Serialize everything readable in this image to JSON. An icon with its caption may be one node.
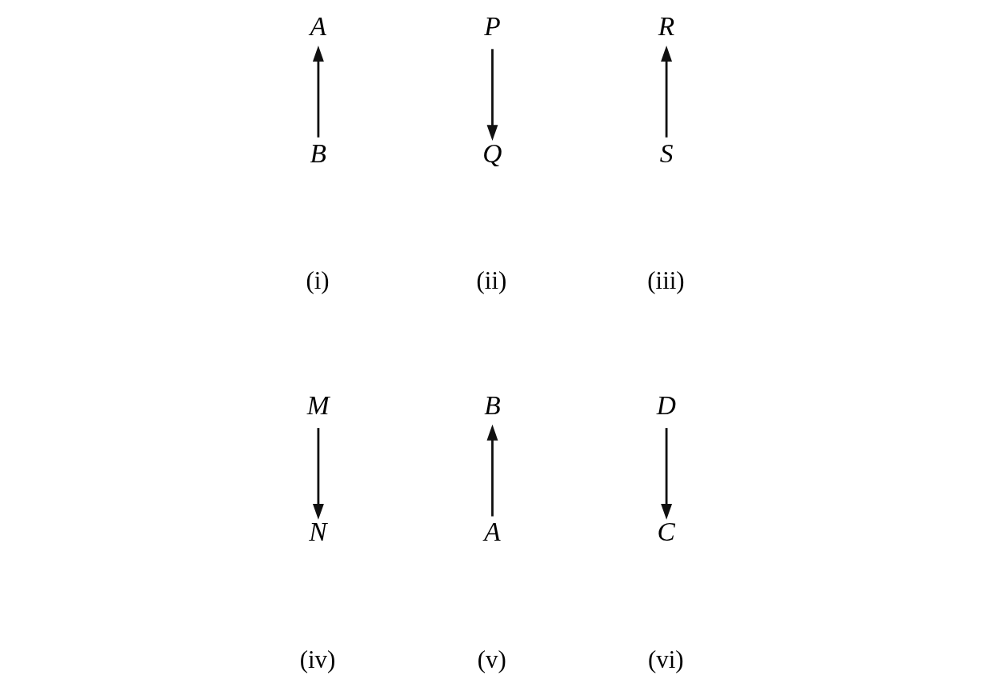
{
  "diagram": {
    "nodes": [
      {
        "text": [
          "A"
        ]
      },
      {
        "text": [
          "B"
        ]
      },
      {
        "text": [
          "P"
        ]
      },
      {
        "text": [
          "Q"
        ]
      },
      {
        "text": [
          "R"
        ]
      },
      {
        "text": [
          "S"
        ]
      },
      {
        "text": [
          "M"
        ]
      },
      {
        "text": [
          "N"
        ]
      },
      {
        "text": [
          "B"
        ]
      },
      {
        "text": [
          "A"
        ]
      },
      {
        "text": [
          "D"
        ]
      },
      {
        "text": [
          "C"
        ]
      }
    ],
    "edges": [
      {
        "from": 1,
        "to": 0,
        "arrow": "to"
      },
      {
        "from": 2,
        "to": 3,
        "arrow": "to"
      },
      {
        "from": 5,
        "to": 4,
        "arrow": "to"
      },
      {
        "from": 6,
        "to": 7,
        "arrow": "to"
      },
      {
        "from": 9,
        "to": 8,
        "arrow": "to"
      },
      {
        "from": 10,
        "to": 11,
        "arrow": "to"
      }
    ],
    "labels": [
      "(i)",
      "(ii)",
      "(iii)",
      "(iv)",
      "(v)",
      "(vi)"
    ]
  }
}
